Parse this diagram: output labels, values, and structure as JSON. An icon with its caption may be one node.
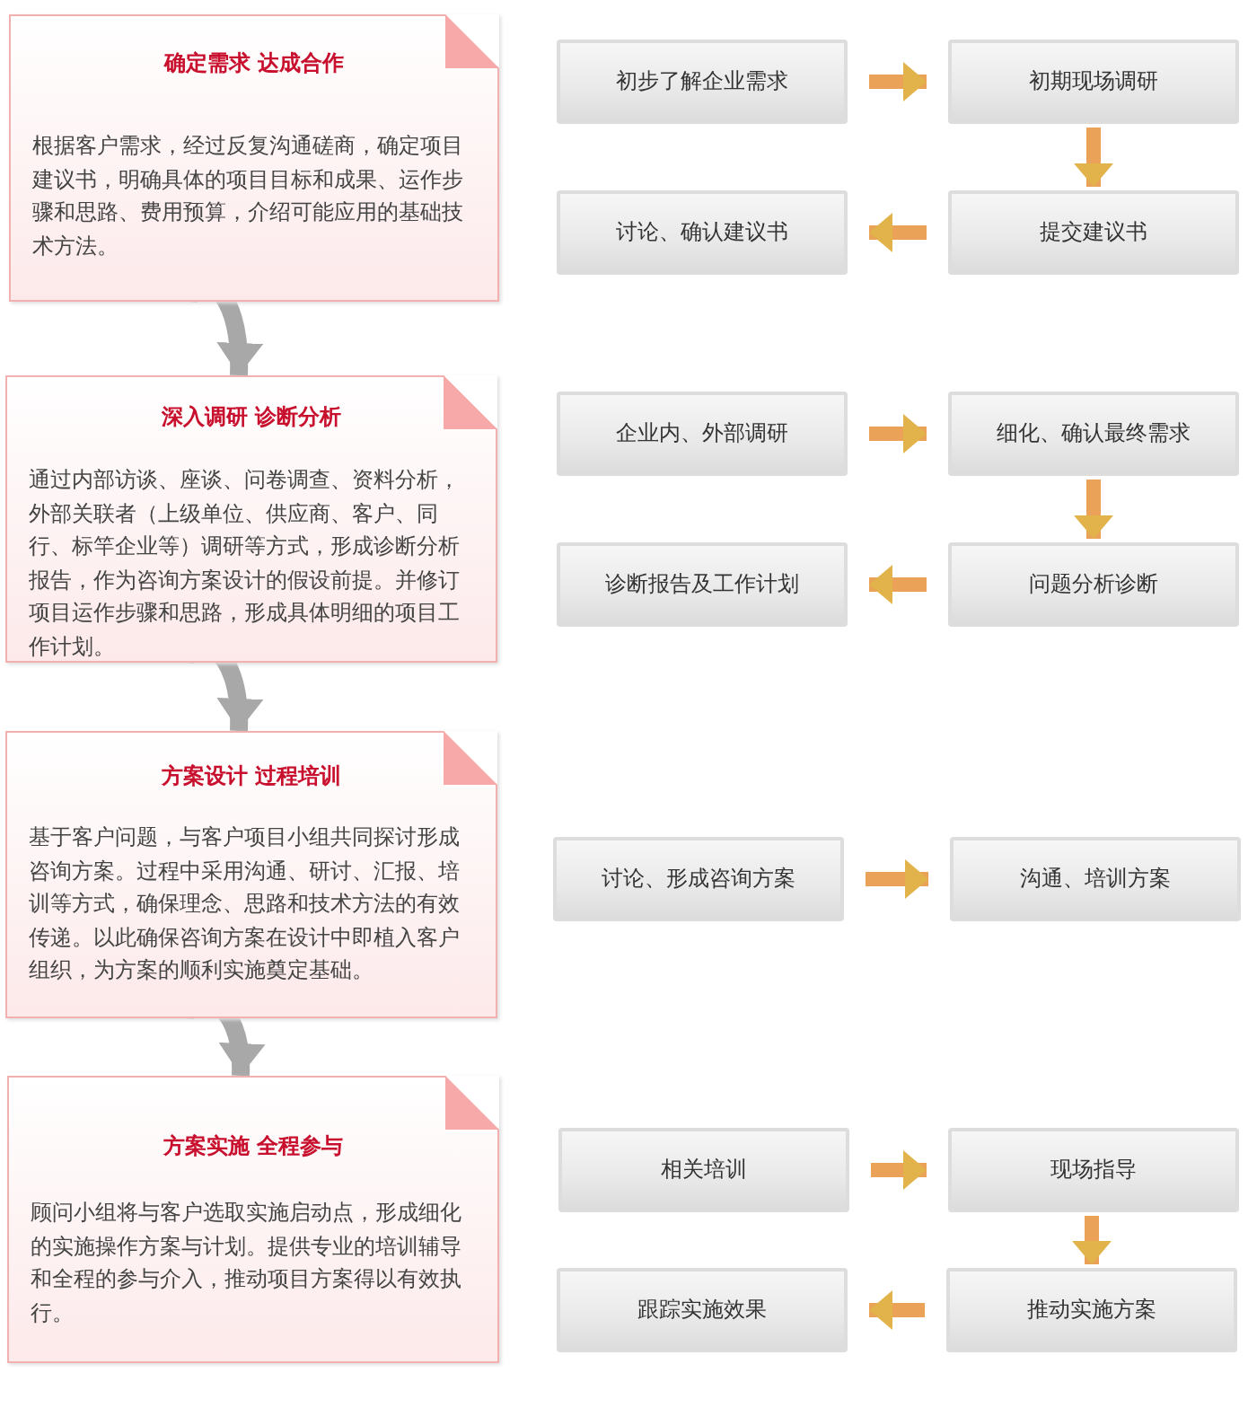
{
  "diagram": {
    "nodes": [
      {
        "text": [
          "确定需求 达成合作",
          "根据客户需求，经过反复沟通磋商，确定项目建议书，明确具体的项目目标和成果、运作步骤和思路、费用预算，介绍可能应用的基础技术方法。"
        ]
      },
      {
        "text": [
          "深入调研 诊断分析",
          "通过内部访谈、座谈、问卷调查、资料分析，外部关联者（上级单位、供应商、客户、同行、标竿企业等）调研等方式，形成诊断分析报告，作为咨询方案设计的假设前提。并修订项目运作步骤和思路，形成具体明细的项目工作计划。"
        ]
      },
      {
        "text": [
          "方案设计 过程培训",
          "基于客户问题，与客户项目小组共同探讨形成咨询方案。过程中采用沟通、研讨、汇报、培训等方式，确保理念、思路和技术方法的有效传递。以此确保咨询方案在设计中即植入客户组织，为方案的顺利实施奠定基础。"
        ]
      },
      {
        "text": [
          "方案实施 全程参与",
          "顾问小组将与客户选取实施启动点，形成细化的实施操作方案与计划。提供专业的培训辅导和全程的参与介入，推动项目方案得以有效执行。"
        ]
      },
      {
        "text": [
          "初步了解企业需求"
        ]
      },
      {
        "text": [
          "初期现场调研"
        ]
      },
      {
        "text": [
          "讨论、确认建议书"
        ]
      },
      {
        "text": [
          "提交建议书"
        ]
      },
      {
        "text": [
          "企业内、外部调研"
        ]
      },
      {
        "text": [
          "细化、确认最终需求"
        ]
      },
      {
        "text": [
          "诊断报告及工作计划"
        ]
      },
      {
        "text": [
          "问题分析诊断"
        ]
      },
      {
        "text": [
          "讨论、形成咨询方案"
        ]
      },
      {
        "text": [
          "沟通、培训方案"
        ]
      },
      {
        "text": [
          "相关培训"
        ]
      },
      {
        "text": [
          "现场指导"
        ]
      },
      {
        "text": [
          "跟踪实施效果"
        ]
      },
      {
        "text": [
          "推动实施方案"
        ]
      }
    ],
    "edges": [
      {
        "from": 0,
        "to": 1,
        "arrow": "to",
        "color": "#a8a8a8"
      },
      {
        "from": 1,
        "to": 2,
        "arrow": "to",
        "color": "#a8a8a8"
      },
      {
        "from": 2,
        "to": 3,
        "arrow": "to",
        "color": "#a8a8a8"
      },
      {
        "from": 4,
        "to": 5,
        "arrow": "to"
      },
      {
        "from": 5,
        "to": 7,
        "arrow": "to"
      },
      {
        "from": 7,
        "to": 6,
        "arrow": "to"
      },
      {
        "from": 8,
        "to": 9,
        "arrow": "to"
      },
      {
        "from": 9,
        "to": 11,
        "arrow": "to"
      },
      {
        "from": 11,
        "to": 10,
        "arrow": "to"
      },
      {
        "from": 12,
        "to": 13,
        "arrow": "to"
      },
      {
        "from": 14,
        "to": 15,
        "arrow": "to"
      },
      {
        "from": 15,
        "to": 17,
        "arrow": "to"
      },
      {
        "from": 17,
        "to": 16,
        "arrow": "to"
      }
    ]
  }
}
